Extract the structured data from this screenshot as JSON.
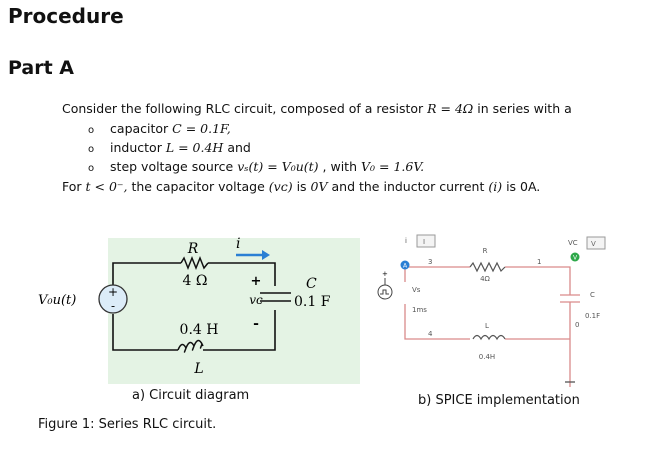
{
  "title": "Procedure",
  "subtitle": "Part A",
  "intro": {
    "lead": "Consider the following RLC circuit, composed of a resistor ",
    "r_eq": "R = 4Ω",
    "tail": " in series with a"
  },
  "bullets": [
    {
      "pre": "capacitor ",
      "eq": "C = 0.1F,",
      "post": ""
    },
    {
      "pre": "inductor ",
      "eq": "L = 0.4H",
      "post": " and"
    },
    {
      "pre": "step voltage source ",
      "eq": "vₛ(t) = V₀u(t)",
      "post": " , with ",
      "eq2": "V₀ = 1.6V."
    }
  ],
  "initial": {
    "pre": "For ",
    "eq1": "t < 0⁻,",
    "mid": " the capacitor voltage ",
    "eq2": "(vᴄ)",
    "mid2": " is ",
    "eq3": "0V",
    "post": "  and the inductor current ",
    "eq4": "(i)",
    "post2": " is 0A."
  },
  "circuit": {
    "r_label": "R",
    "r_value": "4 Ω",
    "i_label": "i",
    "c_label": "C",
    "c_value": "0.1 F",
    "l_value": "0.4 H",
    "l_label": "L",
    "source_label": "V₀u(t)",
    "vc_label": "vᴄ",
    "plus": "+",
    "minus": "-",
    "src_plus": "+",
    "src_minus": "-"
  },
  "spice": {
    "i_label": "i",
    "meter_i": "i",
    "node_3": "3",
    "r_label": "R",
    "r_value": "4Ω",
    "node_1": "1",
    "vc_label": "VC",
    "meter_v": "V",
    "vs_label": "Vs",
    "vs_time": "1ms",
    "node_4": "4",
    "l_label": "L",
    "l_value": "0.4H",
    "c_label": "C",
    "c_value": "0.1F",
    "node_0": "0",
    "probe_a": "A",
    "probe_v": "V"
  },
  "captions": {
    "a": "a)  Circuit diagram",
    "b": "b) SPICE implementation",
    "figure": "Figure 1: Series RLC circuit."
  },
  "colors": {
    "diagram_bg": "#e4f3e4",
    "spice_wire": "#d98a8a",
    "accent_blue": "#2a7fd4",
    "probe_green": "#2ea84a"
  }
}
